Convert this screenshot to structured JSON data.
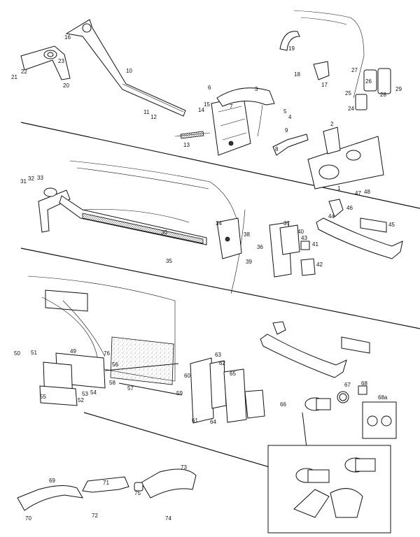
{
  "title": "",
  "callouts": [
    "1",
    "2",
    "3",
    "4",
    "5",
    "6",
    "7",
    "8",
    "9",
    "10",
    "11",
    "12",
    "13",
    "14",
    "15",
    "16",
    "17",
    "18",
    "19",
    "20",
    "21",
    "22",
    "23",
    "24",
    "25",
    "26",
    "27",
    "28",
    "29",
    "30",
    "31",
    "32",
    "33",
    "34",
    "35",
    "36",
    "37",
    "38",
    "39",
    "40",
    "41",
    "42",
    "43",
    "44",
    "45",
    "46",
    "47",
    "48",
    "49",
    "50",
    "51",
    "52",
    "53",
    "54",
    "55",
    "56",
    "57",
    "58",
    "59",
    "60",
    "61",
    "62",
    "63",
    "64",
    "65",
    "66",
    "67",
    "68",
    "68a",
    "69",
    "70",
    "71",
    "72",
    "73",
    "74",
    "75",
    "76"
  ]
}
